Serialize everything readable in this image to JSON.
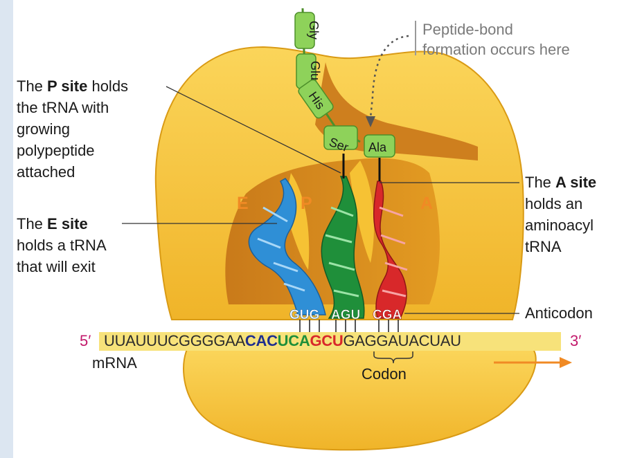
{
  "labels": {
    "peptide_note_1": "Peptide-bond",
    "peptide_note_2": "formation occurs here",
    "p_site": {
      "pre": "The ",
      "bold": "P site",
      "post": " holds",
      "lines": [
        "the tRNA with",
        "growing",
        "polypeptide",
        "attached"
      ]
    },
    "e_site": {
      "pre": "The ",
      "bold": "E site",
      "lines": [
        "holds a tRNA",
        "that will exit"
      ]
    },
    "a_site": {
      "pre": "The ",
      "bold": "A site",
      "lines": [
        "holds an",
        "aminoacyl",
        "tRNA"
      ]
    },
    "anticodon": "Anticodon",
    "codon": "Codon",
    "mrna": "mRNA",
    "five_prime": "5′",
    "three_prime": "3′"
  },
  "site_letters": [
    "E",
    "P",
    "A"
  ],
  "amino_acids": [
    "Gly",
    "Glu",
    "His",
    "Ser",
    "Ala"
  ],
  "anticodons": [
    "GUG",
    "AGU",
    "CGA"
  ],
  "mrna": {
    "pre": "UUAUUUCGGGGAA",
    "codon_cac": "CAC",
    "codon_uca": "UCA",
    "codon_gcu": "GCU",
    "post": "GAGGAUACUAU"
  },
  "colors": {
    "ribosome": "#f6c234",
    "ribosome_shadow": "#d99a14",
    "channel": "#c9771a",
    "e_trna": "#2f8fd6",
    "p_trna": "#1f8f3a",
    "a_trna": "#d8282a",
    "site_letter": "#f08a24",
    "amino_acid": "#8ed25a",
    "mrna_band": "#f7e27a",
    "prime_color": "#c2186b",
    "cac_color": "#1f2f8f",
    "uca_color": "#1f8f3a",
    "gcu_color": "#d8282a",
    "arrow": "#f08a24"
  }
}
